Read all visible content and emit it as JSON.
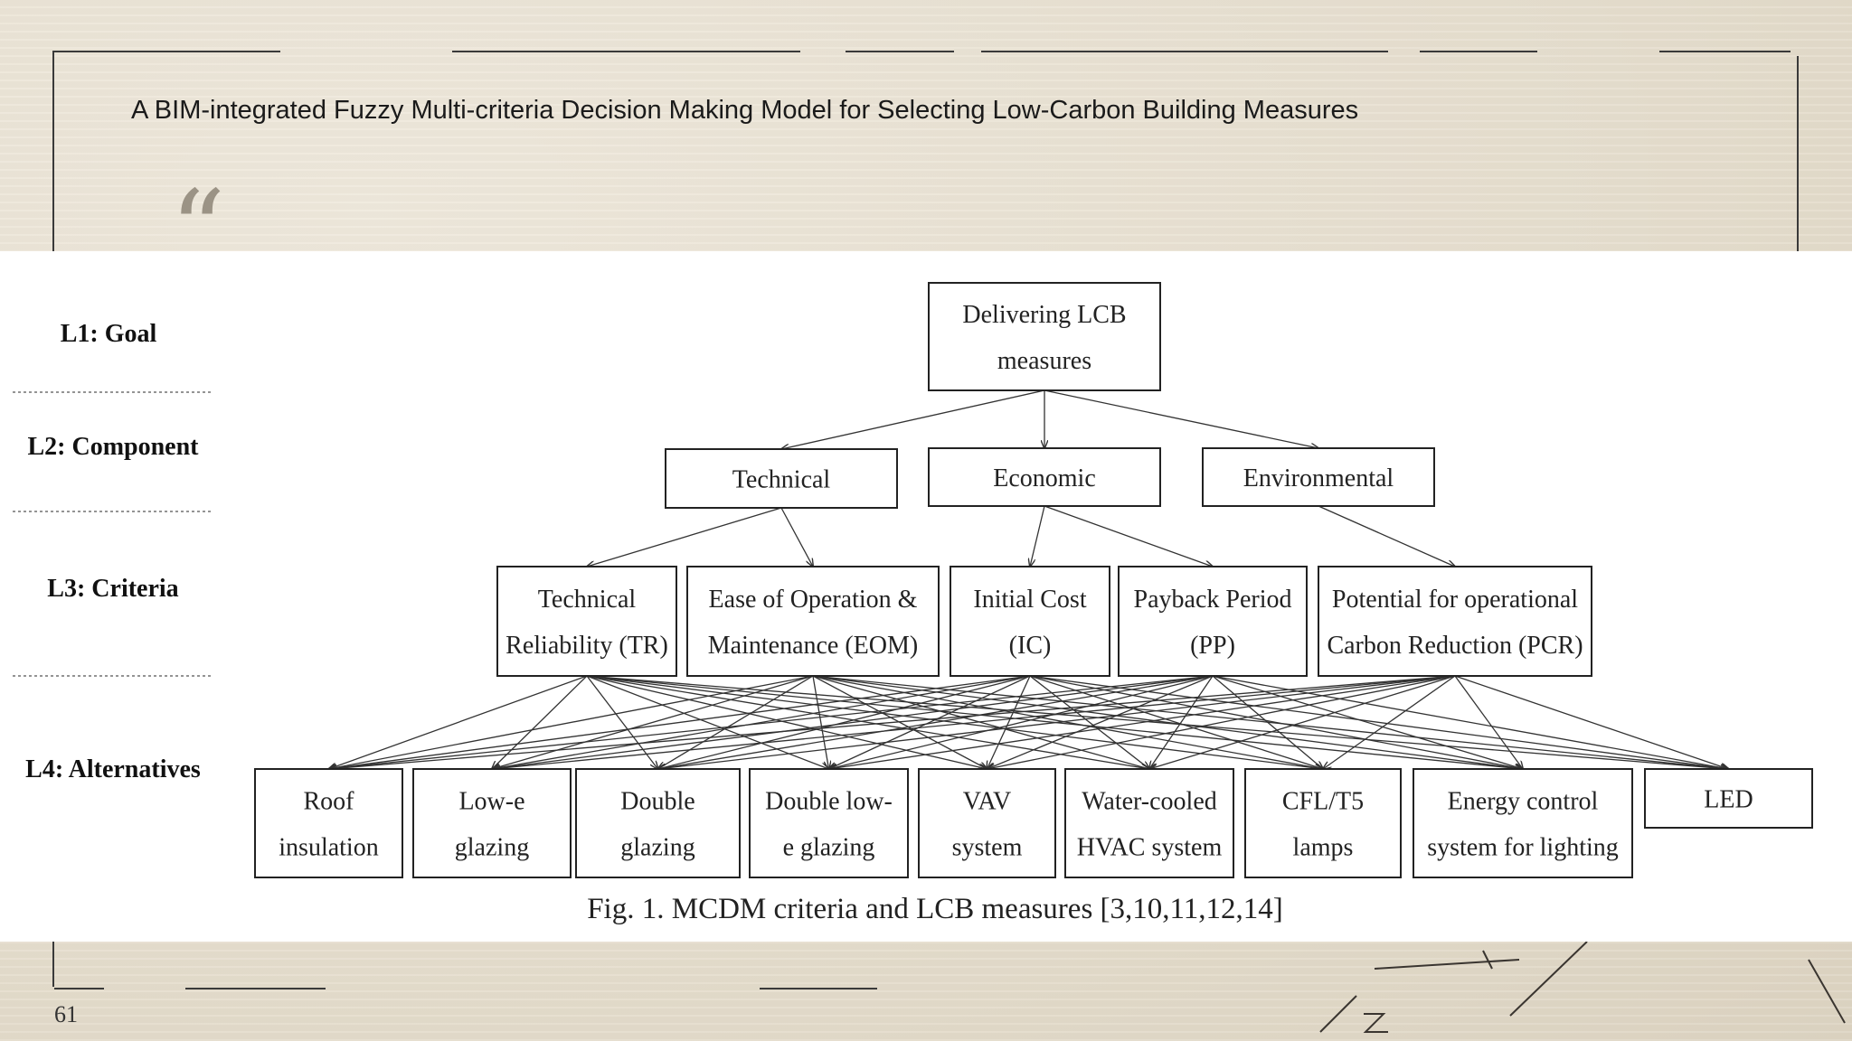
{
  "slide": {
    "title": "A BIM-integrated Fuzzy Multi-criteria Decision Making Model for Selecting Low-Carbon Building Measures",
    "quote_mark": "“",
    "page_number": "61"
  },
  "figure": {
    "levels": [
      "L1: Goal",
      "L2: Component",
      "L3: Criteria",
      "L4: Alternatives"
    ],
    "goal": [
      "Delivering LCB",
      "measures"
    ],
    "components": [
      [
        "Technical"
      ],
      [
        "Economic"
      ],
      [
        "Environmental"
      ]
    ],
    "criteria": [
      [
        "Technical",
        "Reliability (TR)"
      ],
      [
        "Ease of Operation &",
        "Maintenance (EOM)"
      ],
      [
        "Initial Cost",
        "(IC)"
      ],
      [
        "Payback Period",
        "(PP)"
      ],
      [
        "Potential for operational",
        "Carbon Reduction (PCR)"
      ]
    ],
    "alternatives": [
      [
        "Roof",
        "insulation"
      ],
      [
        "Low-e",
        "glazing"
      ],
      [
        "Double",
        "glazing"
      ],
      [
        "Double low-",
        "e glazing"
      ],
      [
        "VAV",
        "system"
      ],
      [
        "Water-cooled",
        "HVAC system"
      ],
      [
        "CFL/T5",
        "lamps"
      ],
      [
        "Energy control",
        "system for lighting"
      ],
      [
        "LED"
      ]
    ],
    "caption": "Fig. 1. MCDM criteria and LCB measures [3,10,11,12,14]"
  }
}
